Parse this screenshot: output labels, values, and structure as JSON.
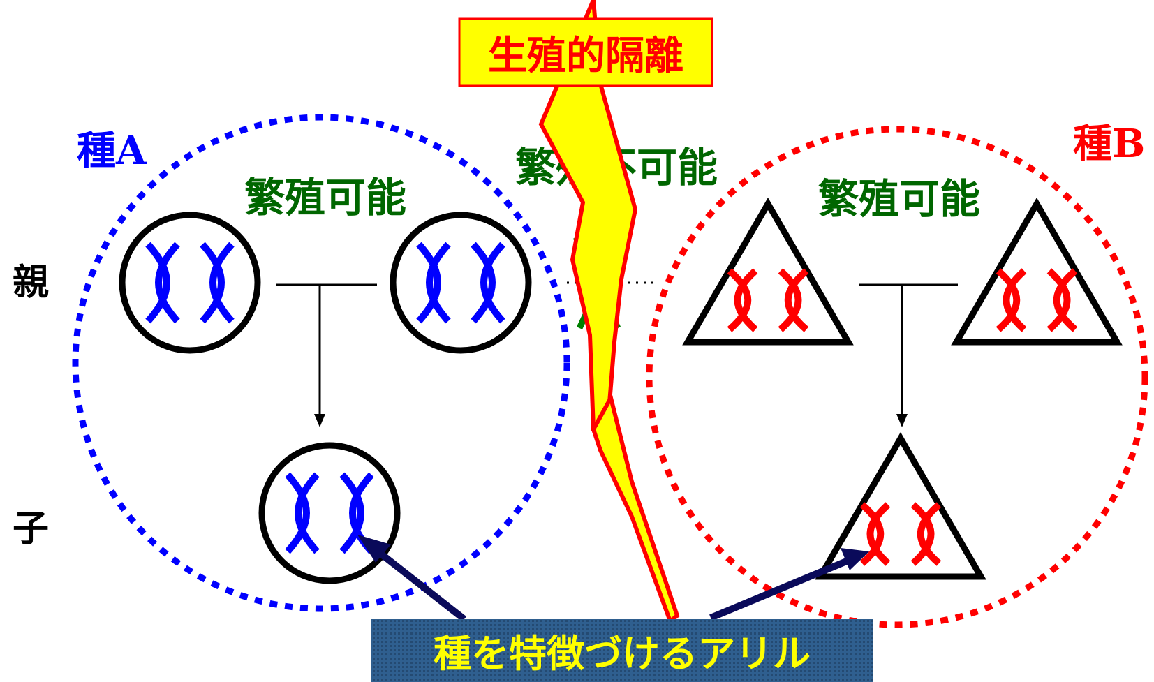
{
  "species_a": {
    "label": "種A",
    "color": "#0000ff"
  },
  "species_b": {
    "label": "種B",
    "color": "#ff0000"
  },
  "fertile_label": "繁殖可能",
  "infertile_label": "繁殖不可能",
  "row_labels": {
    "parent": "親",
    "child": "子"
  },
  "isolation_label": "生殖的隔離",
  "allele_label": "種を特徴づけるアリル",
  "colors": {
    "fertile_text": "#006600",
    "lightning_fill": "#ffff00",
    "lightning_stroke": "#ff0000",
    "allele_box": "#2f5f8f",
    "arrow": "#0a0a5a"
  },
  "icons": [
    "chromosome-pair-icon",
    "lightning-bolt-icon",
    "cross-mark-icon",
    "circle-individual-icon",
    "triangle-individual-icon"
  ]
}
